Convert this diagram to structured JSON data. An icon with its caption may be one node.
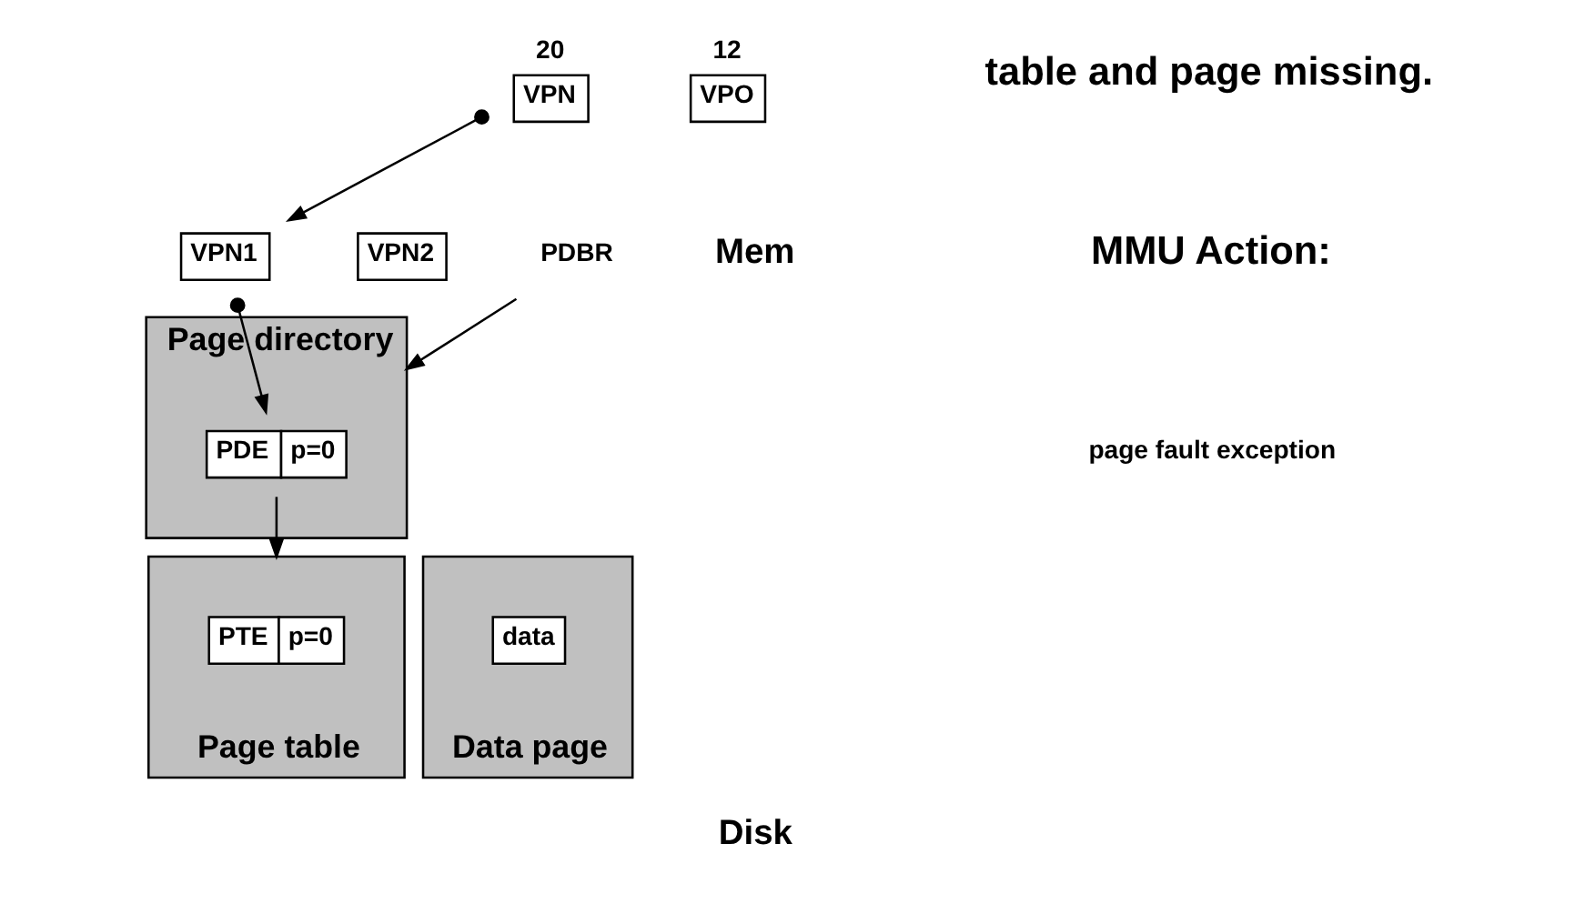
{
  "diagram": {
    "nodes": [
      {
        "text": [
          "VPN"
        ],
        "beside": [
          "20"
        ]
      },
      {
        "text": [
          "VPO"
        ],
        "beside": [
          "12"
        ]
      },
      {
        "text": [
          "VPN1"
        ]
      },
      {
        "text": [
          "VPN2"
        ]
      },
      {
        "text": [
          "Page directory"
        ]
      },
      {
        "text": [
          "PDE",
          "p=0"
        ],
        "in": 4
      },
      {
        "text": [
          "PDBR"
        ]
      },
      {
        "text": [
          "Page table"
        ]
      },
      {
        "text": [
          "PTE",
          "p=0"
        ],
        "in": 7
      },
      {
        "text": [
          "Data page"
        ]
      },
      {
        "text": [
          "data"
        ],
        "in": 9
      }
    ],
    "edges": [
      {
        "from": 0,
        "to": 2,
        "arrow": "to"
      },
      {
        "from": 2,
        "to": 5,
        "arrow": "to"
      },
      {
        "from": 6,
        "to": 4,
        "arrow": "to"
      },
      {
        "from": 5,
        "to": 7,
        "arrow": "to"
      }
    ],
    "labels": [
      "table and page missing.",
      "MMU Action:",
      "page fault exception",
      "Mem",
      "Disk"
    ]
  }
}
